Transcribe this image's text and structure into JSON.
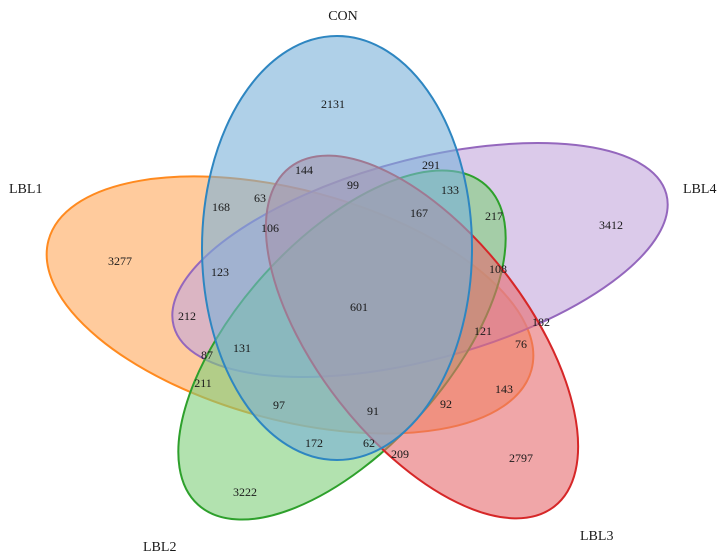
{
  "sets": [
    {
      "key": "con",
      "label": "CON",
      "fill": "#7ab0d8",
      "stroke": "#2e86c1"
    },
    {
      "key": "lbl1",
      "label": "LBL1",
      "fill": "#ffa95c",
      "stroke": "#ff8a1f"
    },
    {
      "key": "lbl2",
      "label": "LBL2",
      "fill": "#7fcf7a",
      "stroke": "#2ea02c"
    },
    {
      "key": "lbl3",
      "label": "LBL3",
      "fill": "#e66a6e",
      "stroke": "#d62728"
    },
    {
      "key": "lbl4",
      "label": "LBL4",
      "fill": "#c3a6dc",
      "stroke": "#9467bd"
    }
  ],
  "counts": {
    "con_only": "2131",
    "lbl1_only": "3277",
    "lbl2_only": "3222",
    "lbl3_only": "2797",
    "lbl4_only": "3412",
    "all_five": "601",
    "r144": "144",
    "r291": "291",
    "r99": "99",
    "r133": "133",
    "r168": "168",
    "r63": "63",
    "r106": "106",
    "r167": "167",
    "r217": "217",
    "r123": "123",
    "r108": "108",
    "r212": "212",
    "r182": "182",
    "r121": "121",
    "r131": "131",
    "r87": "87",
    "r76": "76",
    "r211": "211",
    "r143": "143",
    "r97": "97",
    "r91": "91",
    "r92": "92",
    "r172": "172",
    "r62": "62",
    "r209": "209"
  }
}
